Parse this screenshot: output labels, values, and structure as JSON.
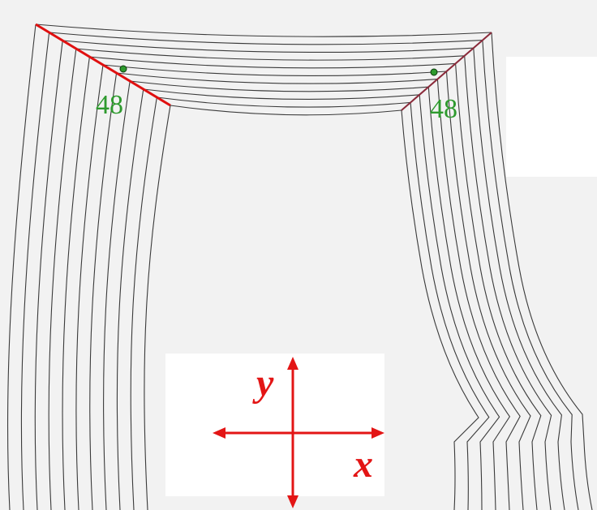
{
  "colors": {
    "background": "#f2f2f2",
    "pattern_lines": "#3a3a3a",
    "highlight_left": "#e01010",
    "highlight_right": "#8a2a3a",
    "marker": "#2e9a2e",
    "axis": "#e31515"
  },
  "labels": {
    "left_mark": "48",
    "right_mark": "48"
  },
  "axes": {
    "x_label": "x",
    "y_label": "y"
  }
}
